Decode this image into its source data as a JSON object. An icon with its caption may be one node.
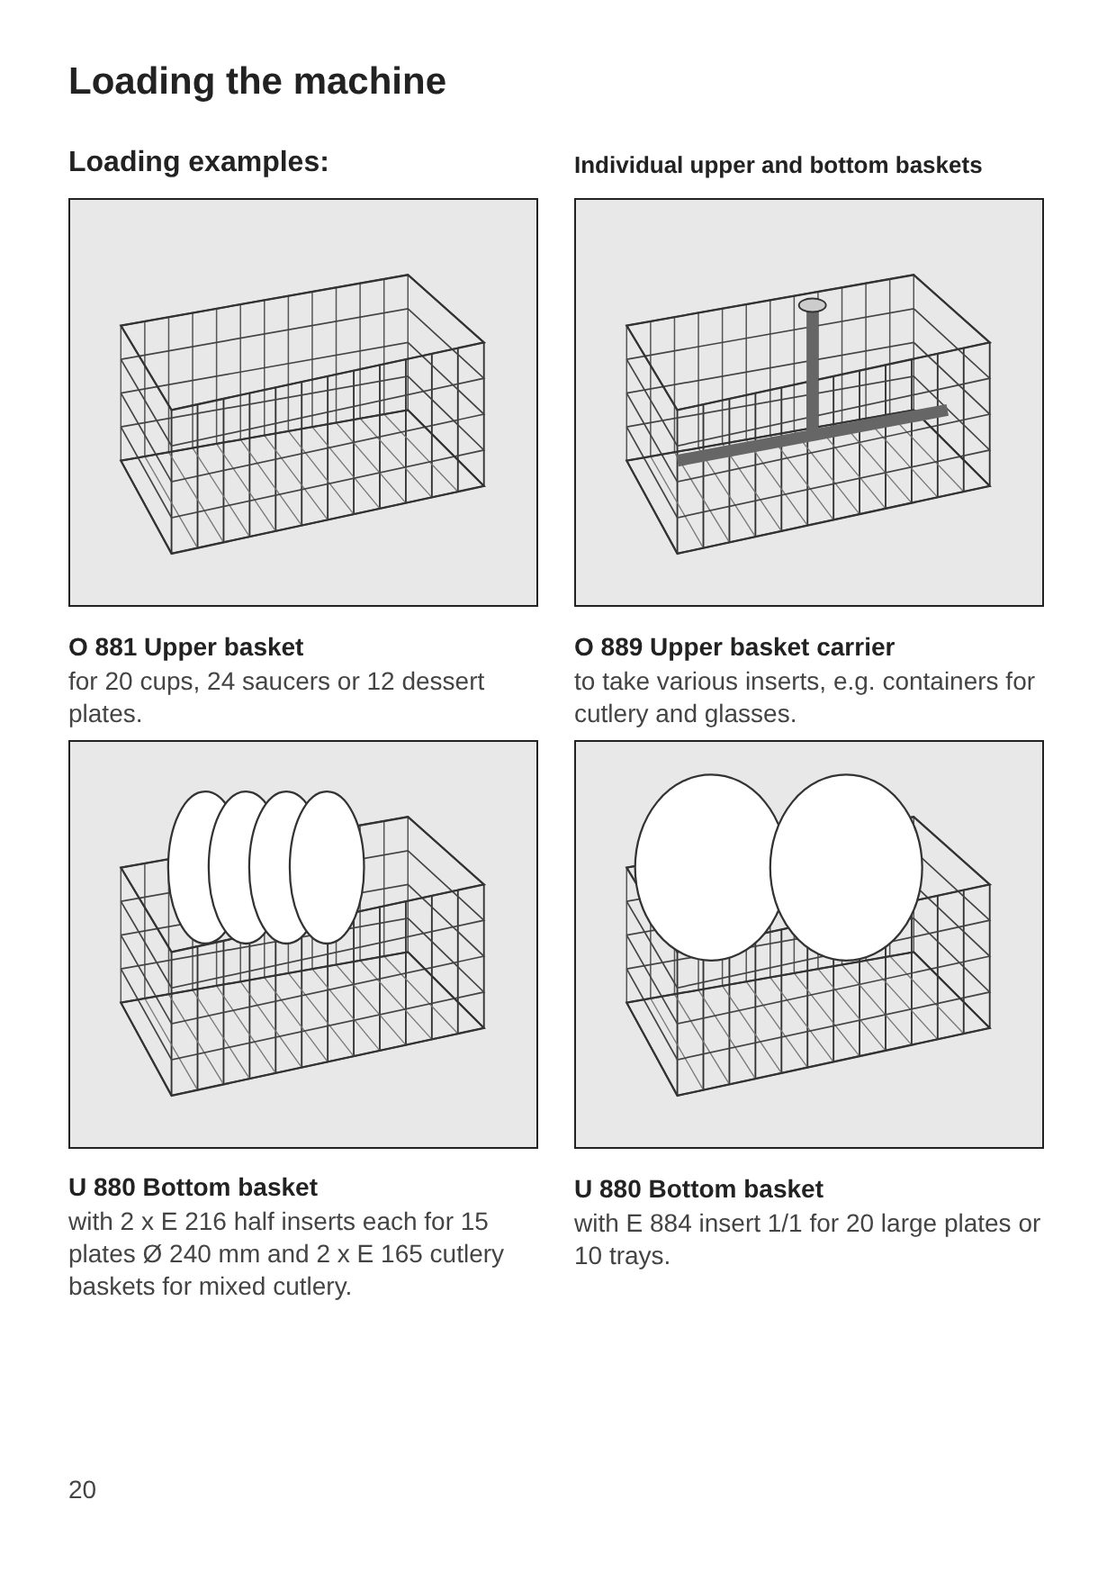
{
  "diagram": {
    "title": "Loading the machine",
    "labels": [
      "Loading examples:",
      "Individual upper and bottom baskets",
      "O 881 Upper basket",
      "for 20 cups, 24 saucers or 12 dessert plates.",
      "O 889 Upper basket carrier",
      "to take various inserts, e.g. containers for cutlery and glasses.",
      "U 880 Bottom basket",
      "with 2 x E 216 half inserts each for 15 plates Ø 240 mm and 2 x E 165 cutlery baskets for mixed cutlery.",
      "U 880 Bottom basket",
      "with E 884 insert 1/1 for 20 large plates or 10 trays.",
      "20"
    ]
  }
}
